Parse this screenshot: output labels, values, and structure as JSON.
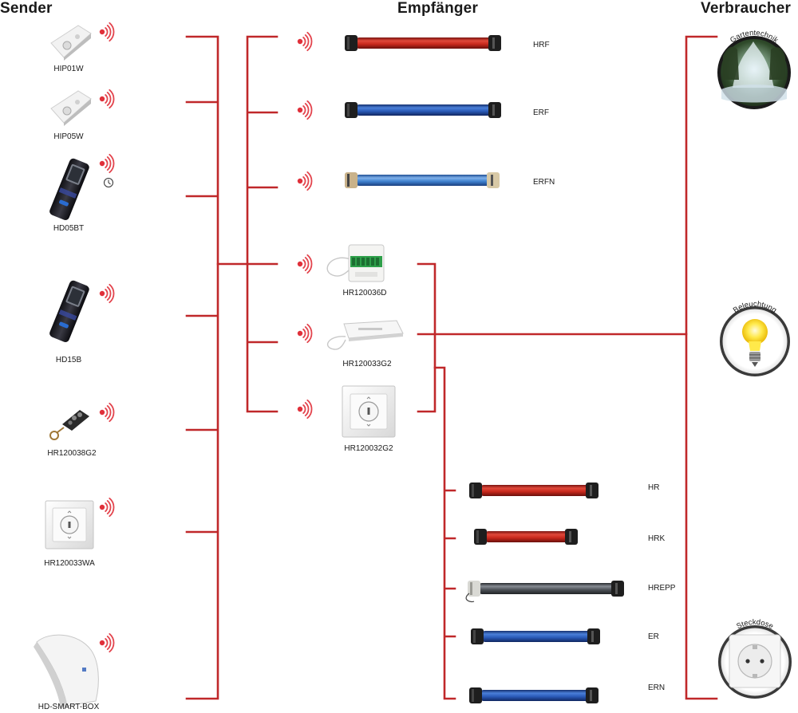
{
  "headers": {
    "sender": "Sender",
    "empfaenger": "Empfänger",
    "verbraucher": "Verbraucher"
  },
  "sender": [
    {
      "label": "HIP01W",
      "icon": "wall-switch-white-icon"
    },
    {
      "label": "HIP05W",
      "icon": "wall-switch-white-icon"
    },
    {
      "label": "HD05BT",
      "icon": "remote-control-display-timer-icon"
    },
    {
      "label": "HD15B",
      "icon": "remote-control-display-icon"
    },
    {
      "label": "HR120038G2",
      "icon": "key-fob-remote-icon"
    },
    {
      "label": "HR120033WA",
      "icon": "wall-switch-square-icon"
    },
    {
      "label": "HD-SMART-BOX",
      "icon": "smart-box-hub-icon"
    }
  ],
  "empfaenger_motors": [
    {
      "label": "HRF",
      "color": "#c8281c"
    },
    {
      "label": "ERF",
      "color": "#2a5bb8"
    },
    {
      "label": "ERFN",
      "color": "#3f82cf"
    }
  ],
  "empfaenger_modules": [
    {
      "label": "HR120036D",
      "icon": "flush-receiver-module-icon"
    },
    {
      "label": "HR120033G2",
      "icon": "universal-receiver-icon"
    },
    {
      "label": "HR120032G2",
      "icon": "wall-receiver-switch-icon"
    }
  ],
  "wired_motors": [
    {
      "label": "HR",
      "color": "#c8281c"
    },
    {
      "label": "HRK",
      "color": "#c8281c"
    },
    {
      "label": "HREPP",
      "color": "#4d5157"
    },
    {
      "label": "ER",
      "color": "#2a5bb8"
    },
    {
      "label": "ERN",
      "color": "#2a5bb8"
    }
  ],
  "verbraucher": [
    {
      "label": "Gartentechnik",
      "icon": "garden-fountain-icon"
    },
    {
      "label": "Beleuchtung",
      "icon": "light-bulb-icon"
    },
    {
      "label": "Steckdose",
      "icon": "power-socket-icon"
    }
  ],
  "colors": {
    "line": "#c0282a",
    "wifi": "#e0303a",
    "text": "#1a1a1a"
  }
}
